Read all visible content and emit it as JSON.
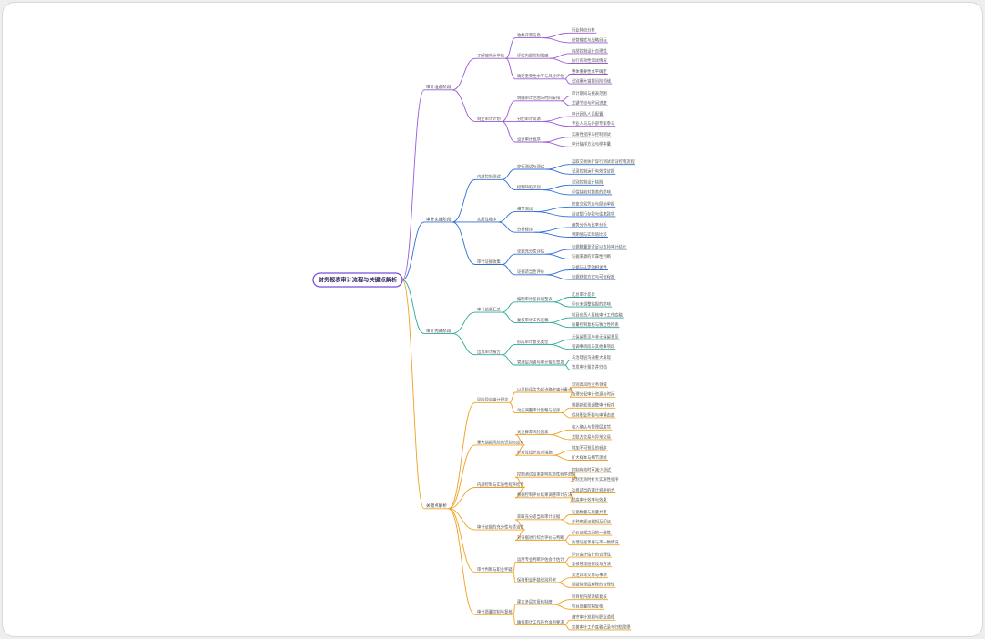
{
  "root": "财务报表审计流程与关键点解析",
  "branches": [
    {
      "label": "审计准备阶段",
      "color": "#9b59d8",
      "children": [
        {
          "label": "了解被审计单位",
          "children": [
            {
              "label": "收集背景信息",
              "children": [
                "行业特点分析",
                "经营模式与战略目标"
              ]
            },
            {
              "label": "评估内部控制制度",
              "children": [
                "内部控制设计合理性",
                "执行有效性测试情况"
              ]
            },
            {
              "label": "确定重要性水平与风险评估",
              "children": [
                "整体重要性水平确定",
                "识别重大错报风险领域"
              ]
            }
          ]
        },
        {
          "label": "制定审计计划",
          "children": [
            {
              "label": "明确审计范围与时间安排",
              "children": [
                "审计期间与报表范围",
                "关键节点与时间进度"
              ]
            },
            {
              "label": "分配审计资源",
              "children": [
                "审计团队人员配置",
                "专业人员与外部专家参与"
              ]
            },
            {
              "label": "设计审计程序",
              "children": [
                "实质性程序与控制测试",
                "审计抽样方法与样本量"
              ]
            }
          ]
        }
      ]
    },
    {
      "label": "审计实施阶段",
      "color": "#2f6fd6",
      "children": [
        {
          "label": "内部控制测试",
          "children": [
            {
              "label": "穿行测试与测试",
              "children": [
                "选取交易执行穿行测试验证控制流程",
                "记录控制运行有效性证据"
              ]
            },
            {
              "label": "控制缺陷识别",
              "children": [
                "识别控制设计缺陷",
                "评估缺陷对报表的影响"
              ]
            }
          ]
        },
        {
          "label": "实质性程序",
          "children": [
            {
              "label": "细节测试",
              "children": [
                "检查交易凭证与原始单据",
                "函证银行存款与往来款项"
              ]
            },
            {
              "label": "分析程序",
              "children": [
                "趋势分析与比率分析",
                "预期值与实际值比较"
              ]
            }
          ]
        },
        {
          "label": "审计证据收集",
          "children": [
            {
              "label": "证据充分性评估",
              "children": [
                "证据数量是否足以支持审计结论",
                "证据来源的可靠性判断"
              ]
            },
            {
              "label": "证据适当性评价",
              "children": [
                "证据与认定的相关性",
                "证据获取方式与可信程度"
              ]
            }
          ]
        }
      ]
    },
    {
      "label": "审计完成阶段",
      "color": "#2aa89a",
      "children": [
        {
          "label": "审计结果汇总",
          "children": [
            {
              "label": "编制审计差异调整表",
              "children": [
                "汇总审计差异",
                "评价未调整错报的影响"
              ]
            },
            {
              "label": "复核审计工作底稿",
              "children": [
                "项目负责人复核审计工作底稿",
                "质量控制复核与独立性检查"
              ]
            }
          ]
        },
        {
          "label": "出具审计报告",
          "children": [
            {
              "label": "形成审计意见类型",
              "children": [
                "无保留意见与非无保留意见",
                "强调事项段与其他事项段"
              ]
            },
            {
              "label": "管理层沟通与审计报告签发",
              "children": [
                "与治理层沟通重大发现",
                "签发审计报告并归档"
              ]
            }
          ]
        }
      ]
    },
    {
      "label": "关键点解析",
      "color": "#f0a020",
      "children": [
        {
          "label": "风险导向审计理念",
          "children": [
            {
              "label": "以风险评估为起点确定审计重点",
              "children": [
                "识别高风险业务领域",
                "合理分配审计资源与时间"
              ]
            },
            {
              "label": "动态调整审计策略与程序",
              "children": [
                "根据新发现调整审计程序",
                "保持职业怀疑与审慎态度"
              ]
            }
          ]
        },
        {
          "label": "重大错报风险的识别与应对",
          "children": [
            {
              "label": "关注舞弊风险因素",
              "children": [
                "收入确认与管理层凌驾",
                "关联方交易与异常交易"
              ]
            },
            {
              "label": "针对性设计应对措施",
              "children": [
                "增加不可预见的程序",
                "扩大样本与细节测试"
              ]
            }
          ]
        },
        {
          "label": "内部控制与实质性程序结合",
          "children": [
            {
              "label": "控制测试结果影响实质性程序范围",
              "children": [
                "控制有效时可减少测试",
                "控制无效时扩大实质性程序"
              ]
            },
            {
              "label": "根据控制评价结果调整审计方法",
              "children": [
                "选择适当的审计程序组合",
                "提高审计效率与效果"
              ]
            }
          ]
        },
        {
          "label": "审计证据的充分性与适当性",
          "children": [
            {
              "label": "获取充分适当的审计证据",
              "children": [
                "证据数量与质量并重",
                "多种来源证据相互印证"
              ]
            },
            {
              "label": "对证据进行综合评价与判断",
              "children": [
                "评价证据之间的一致性",
                "处理证据矛盾与不一致情况"
              ]
            }
          ]
        },
        {
          "label": "审计判断与职业怀疑",
          "children": [
            {
              "label": "运用专业判断评估会计估计",
              "children": [
                "评价会计估计的合理性",
                "复核管理层假设与方法"
              ]
            },
            {
              "label": "保持职业怀疑识别异常",
              "children": [
                "关注异常交易与事项",
                "质疑管理层解释的合理性"
              ]
            }
          ]
        },
        {
          "label": "审计质量控制与复核",
          "children": [
            {
              "label": "建立多层次复核制度",
              "children": [
                "项目组内部逐级复核",
                "项目质量控制复核"
              ]
            },
            {
              "label": "确保审计工作符合准则要求",
              "children": [
                "遵守审计准则与职业道德",
                "完善审计工作底稿记录与归档管理"
              ]
            }
          ]
        }
      ]
    }
  ]
}
